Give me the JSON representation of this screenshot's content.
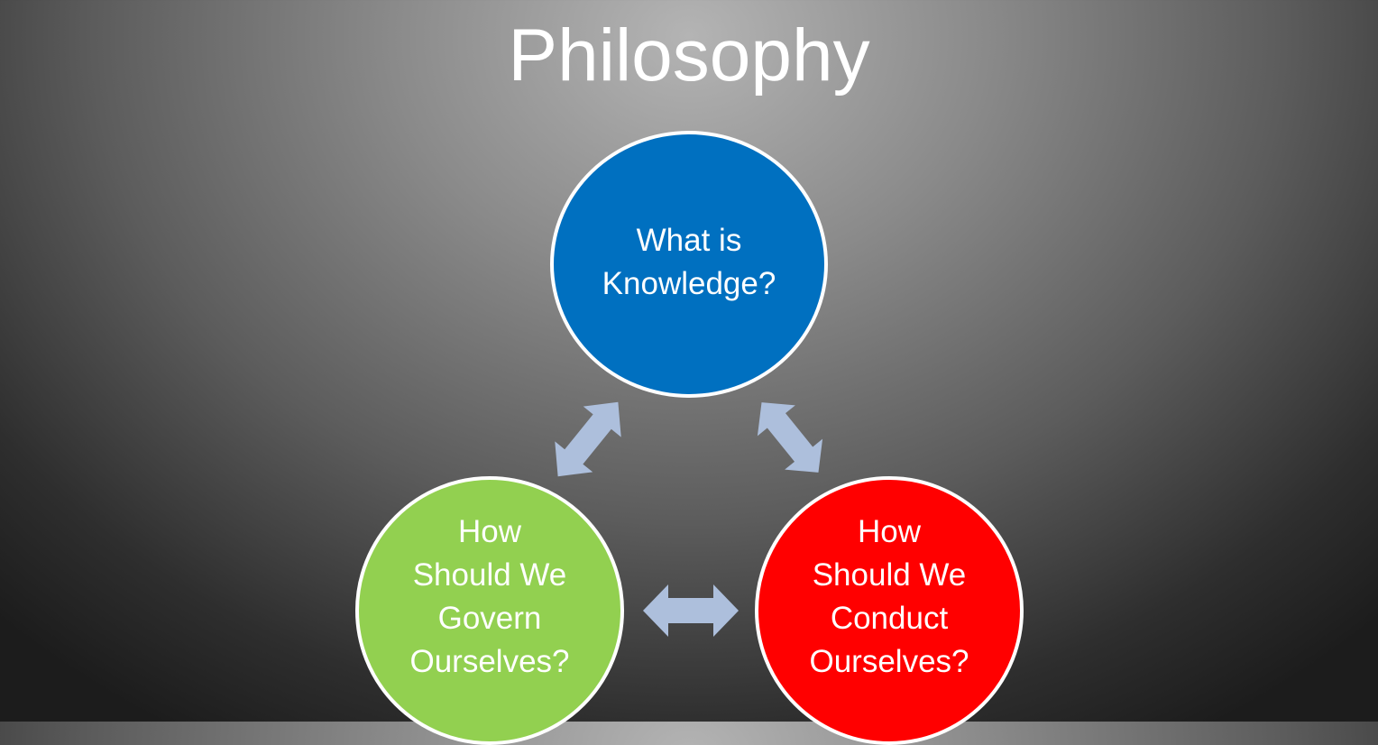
{
  "title": "Philosophy",
  "nodes": [
    {
      "label_lines": [
        "What is",
        "Knowledge?"
      ],
      "color": "#0070c0"
    },
    {
      "label_lines": [
        "How",
        "Should We",
        "Govern",
        "Ourselves?"
      ],
      "color": "#92d050"
    },
    {
      "label_lines": [
        "How",
        "Should We",
        "Conduct",
        "Ourselves?"
      ],
      "color": "#ff0000"
    }
  ],
  "arrow_color": "#adbfdc"
}
